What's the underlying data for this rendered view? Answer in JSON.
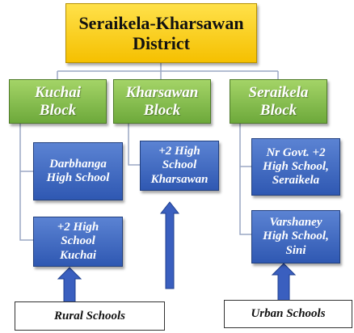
{
  "district": {
    "label": "Seraikela-Kharsawan\nDistrict"
  },
  "blocks": [
    {
      "label": "Kuchai\nBlock",
      "schools": [
        "Darbhanga\nHigh School",
        "+2 High\nSchool\nKuchai"
      ]
    },
    {
      "label": "Kharsawan\nBlock",
      "schools": [
        "+2 High\nSchool\nKharsawan"
      ]
    },
    {
      "label": "Seraikela\nBlock",
      "schools": [
        "Nr Govt. +2\nHigh School,\nSeraikela",
        "Varshaney\nHigh School,\nSini"
      ]
    }
  ],
  "labels": {
    "rural": "Rural Schools",
    "urban": "Urban Schools"
  },
  "colors": {
    "root": "#f5c000",
    "block": "#7ab648",
    "school": "#3a63bf",
    "connector": "#9aa7c4",
    "arrow": "#3a5fbf"
  }
}
